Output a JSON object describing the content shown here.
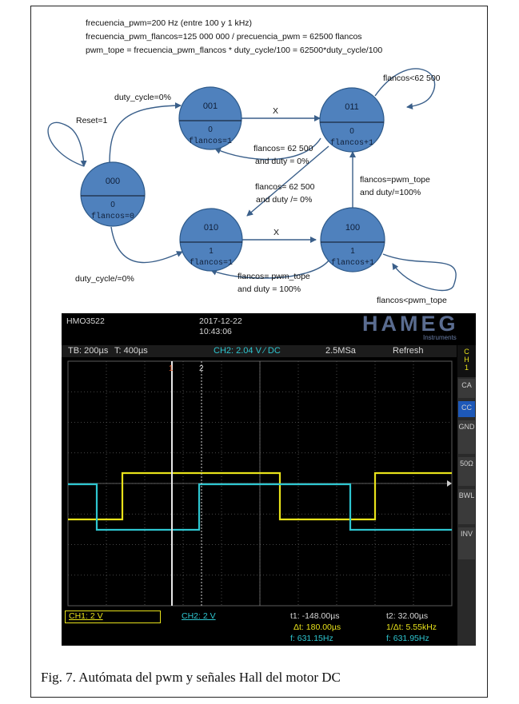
{
  "header_lines": [
    "frecuencia_pwm=200 Hz (entre 100 y 1 kHz)",
    "frecuencia_pwm_flancos=125 000 000 / precuencia_pwm = 62500 flancos",
    "pwm_tope = frecuencia_pwm_flancos * duty_cycle/100 = 62500*duty_cycle/100"
  ],
  "states": {
    "s000": {
      "top": "000",
      "mid": "0",
      "bottom": "flancos=0"
    },
    "s001": {
      "top": "001",
      "mid": "0",
      "bottom": "flancos=1"
    },
    "s011": {
      "top": "011",
      "mid": "0",
      "bottom": "flancos+1"
    },
    "s010": {
      "top": "010",
      "mid": "1",
      "bottom": "flancos=1"
    },
    "s100": {
      "top": "100",
      "mid": "1",
      "bottom": "flancos+1"
    }
  },
  "transitions": {
    "reset": "Reset=1",
    "duty_zero": "duty_cycle=0%",
    "duty_nonzero": "duty_cycle/=0%",
    "x_top": "X",
    "x_bottom": "X",
    "flancos_lt_62500": "flancos<62 500",
    "back_top_1": "flancos= 62 500",
    "back_top_2": "and duty = 0%",
    "diag_1": "flancos= 62 500",
    "diag_2": "and duty /= 0%",
    "up_right_1": "flancos=pwm_tope",
    "up_right_2": "and duty/=100%",
    "back_bottom_1": "flancos= pwm_tope",
    "back_bottom_2": "and duty = 100%",
    "flancos_lt_pwm": "flancos<pwm_tope"
  },
  "scope": {
    "model": "HMO3522",
    "date": "2017-12-22",
    "time": "10:43:06",
    "brand": "HAMEG",
    "brand_sub": "Instruments",
    "timebase": "TB: 200µs",
    "trigger_time": "T: 400µs",
    "ch2_setting": "CH2: 2.04 V ∕ DC",
    "sample_rate": "2.5MSa",
    "mode": "Refresh",
    "side_tab": "CH1",
    "side_buttons": [
      "CA",
      "CC",
      "GND",
      "50Ω",
      "BWL",
      "INV"
    ],
    "cursor1_marker": "1",
    "cursor2_marker": "2",
    "ch1_box": "CH1: 2 V",
    "ch2_box": "CH2: 2 V",
    "t1": "t1: -148.00µs",
    "t2": "t2: 32.00µs",
    "dt": "Δt: 180.00µs",
    "inv_dt": "1/Δt: 5.55kHz",
    "f1": "f: 631.15Hz",
    "f2": "f: 631.95Hz",
    "colors": {
      "ch1": "#e8e21a",
      "ch2": "#2ec6d0",
      "panel": "#1a1a1a",
      "state_fill": "#4f81bd"
    }
  },
  "caption": "Fig. 7.   Autómata del pwm y señales Hall del motor DC"
}
